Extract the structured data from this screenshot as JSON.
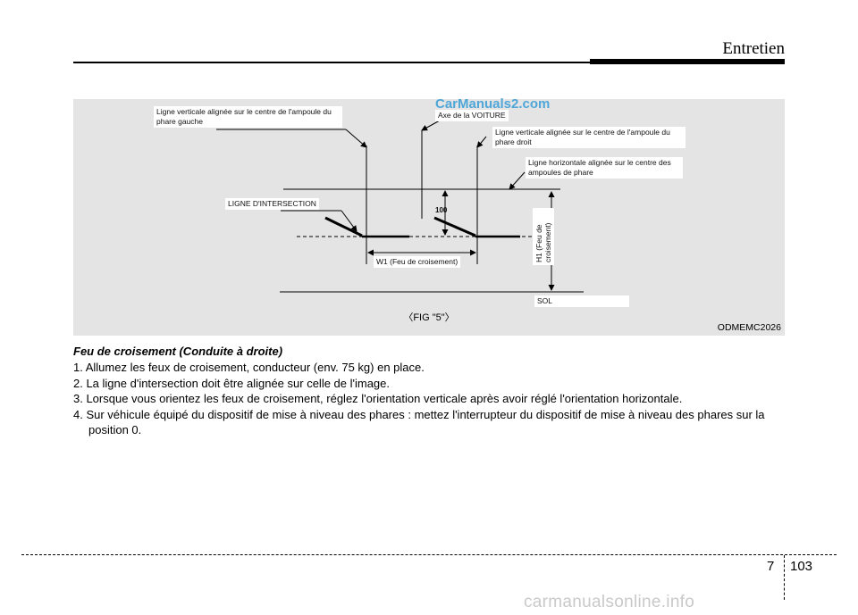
{
  "header": {
    "title": "Entretien"
  },
  "figure": {
    "labels": {
      "left_lamp_line": "Ligne verticale alignée sur le centre de l'ampoule du phare gauche",
      "vehicle_axis": "Axe de la VOITURE",
      "right_lamp_line": "Ligne verticale alignée sur le centre de l'ampoule du phare droit",
      "horizontal_line": "Ligne horizontale alignée sur le centre des ampoules de phare",
      "cutoff_line": "LIGNE D'INTERSECTION",
      "value_100": "100",
      "w1": "W1 (Feu de croisement)",
      "h1": "H1 (Feu de croisement)",
      "ground": "SOL"
    },
    "caption": "〈FIG \"5\"〉",
    "code": "ODMEMC2026",
    "watermark": "CarManuals2.com"
  },
  "content": {
    "section_title": "Feu de croisement (Conduite à droite)",
    "steps": [
      "1. Allumez les feux de croisement, conducteur (env. 75 kg) en place.",
      "2. La ligne d'intersection doit être alignée sur celle de l'image.",
      "3. Lorsque vous orientez les feux de croisement, réglez l'orientation verticale après avoir réglé l'orientation horizontale.",
      "4. Sur véhicule équipé du dispositif de mise à niveau des phares : mettez l'interrupteur du dispositif de mise à niveau des phares sur la position 0."
    ]
  },
  "footer": {
    "chapter": "7",
    "page": "103",
    "watermark": "carmanualsonline.info"
  }
}
